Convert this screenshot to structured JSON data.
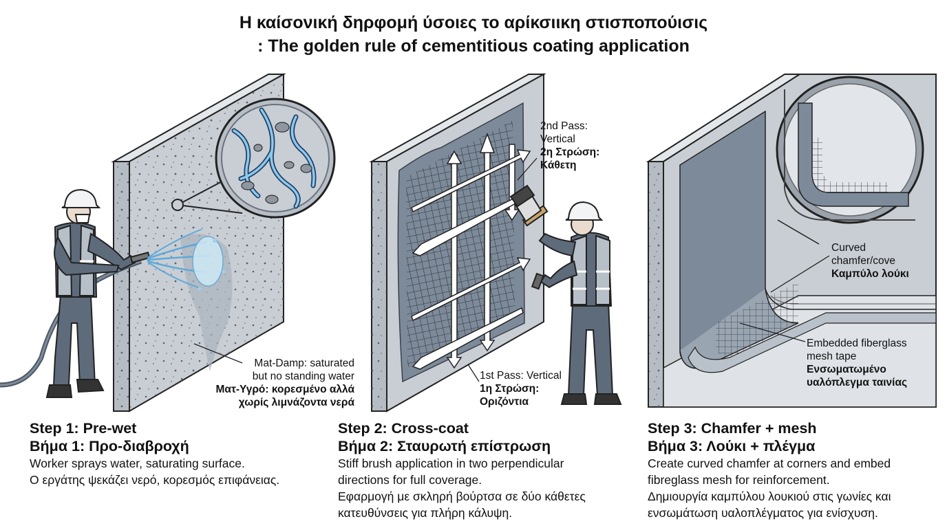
{
  "title": {
    "line1": "Η καίσονική δηρφομή ύσοιες το αρίκσιικη στισποπούισις",
    "line2": ": The golden rule of cementitious coating application"
  },
  "panel1": {
    "callout_en_1": "Mat-Damp: saturated",
    "callout_en_2": "but no standing water",
    "callout_gr_1": "Ματ-Υγρό: κορεσμένο αλλά",
    "callout_gr_2": "χωρίς λιμνάζοντα νερά"
  },
  "panel2": {
    "pass2_en_1": "2nd Pass:",
    "pass2_en_2": "Vertical",
    "pass2_gr_1": "2η Στρώση:",
    "pass2_gr_2": "Κάθετη",
    "pass1_en": "1st Pass: Vertical",
    "pass1_gr_1": "1η Στρώση:",
    "pass1_gr_2": "Οριζόντια"
  },
  "panel3": {
    "chamfer_en_1": "Curved",
    "chamfer_en_2": "chamfer/cove",
    "chamfer_gr": "Καμπύλο λούκι",
    "mesh_en_1": "Embedded fiberglass",
    "mesh_en_2": "mesh tape",
    "mesh_gr_1": "Ενσωματωμένο",
    "mesh_gr_2": "υαλόπλεγμα ταινίας"
  },
  "steps": [
    {
      "heading_en": "Step 1: Pre-wet",
      "heading_gr": "Βήμα 1: Προ-διαβροχή",
      "desc_en": "Worker sprays water, saturating surface.",
      "desc_gr": "Ο εργάτης ψεκάζει νερό, κορεσμός επιφάνειας."
    },
    {
      "heading_en": "Step 2: Cross-coat",
      "heading_gr": "Βήμα 2: Σταυρωτή επίστρωση",
      "desc_en_1": "Stiff brush application in two perpendicular",
      "desc_en_2": "directions for full coverage.",
      "desc_gr_1": "Εφαρμογή με σκληρή βούρτσα σε δύο κάθετες",
      "desc_gr_2": "κατευθύνσεις για πλήρη κάλυψη."
    },
    {
      "heading_en": "Step 3: Chamfer + mesh",
      "heading_gr": "Βήμα 3: Λούκι + πλέγμα",
      "desc_en_1": "Create curved chamfer at corners and embed",
      "desc_en_2": "fibreglass mesh for reinforcement.",
      "desc_gr_1": "Δημιουργία καμπύλου λουκιού στις γωνίες και",
      "desc_gr_2": "ενσωμάτωση υαλοπλέγματος για ενίσχυση."
    }
  ],
  "colors": {
    "concrete": "#c9ced4",
    "concrete_dark": "#9aa2ab",
    "coating": "#7d8a99",
    "water": "#9fd0ec",
    "worker": "#5e6b7b",
    "vest": "#b7bfc8",
    "outline": "#222222"
  }
}
